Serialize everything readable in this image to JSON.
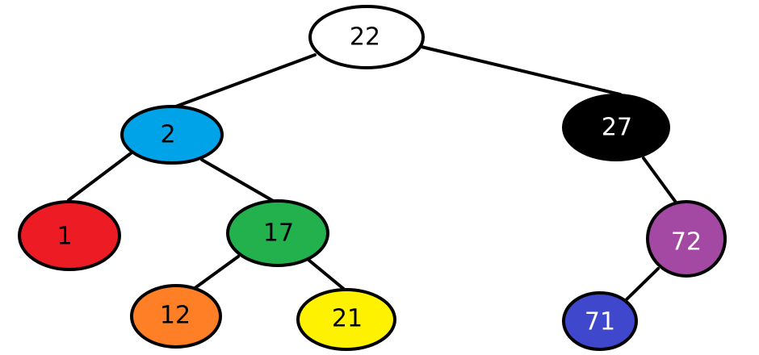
{
  "tree": {
    "nodes": {
      "n22": {
        "label": "22",
        "fill": "#ffffff",
        "text": "#000000"
      },
      "n2": {
        "label": "2",
        "fill": "#00a2e8",
        "text": "#000000"
      },
      "n27": {
        "label": "27",
        "fill": "#000000",
        "text": "#ffffff"
      },
      "n1": {
        "label": "1",
        "fill": "#ed1c24",
        "text": "#000000"
      },
      "n17": {
        "label": "17",
        "fill": "#22b14c",
        "text": "#000000"
      },
      "n72": {
        "label": "72",
        "fill": "#a349a4",
        "text": "#ffffff"
      },
      "n12": {
        "label": "12",
        "fill": "#ff7f27",
        "text": "#000000"
      },
      "n21": {
        "label": "21",
        "fill": "#fff200",
        "text": "#000000"
      },
      "n71": {
        "label": "71",
        "fill": "#3f48cc",
        "text": "#ffffff"
      }
    },
    "edges": [
      [
        "n22",
        "n2"
      ],
      [
        "n22",
        "n27"
      ],
      [
        "n2",
        "n1"
      ],
      [
        "n2",
        "n17"
      ],
      [
        "n17",
        "n12"
      ],
      [
        "n17",
        "n21"
      ],
      [
        "n27",
        "n72"
      ],
      [
        "n72",
        "n71"
      ]
    ]
  }
}
